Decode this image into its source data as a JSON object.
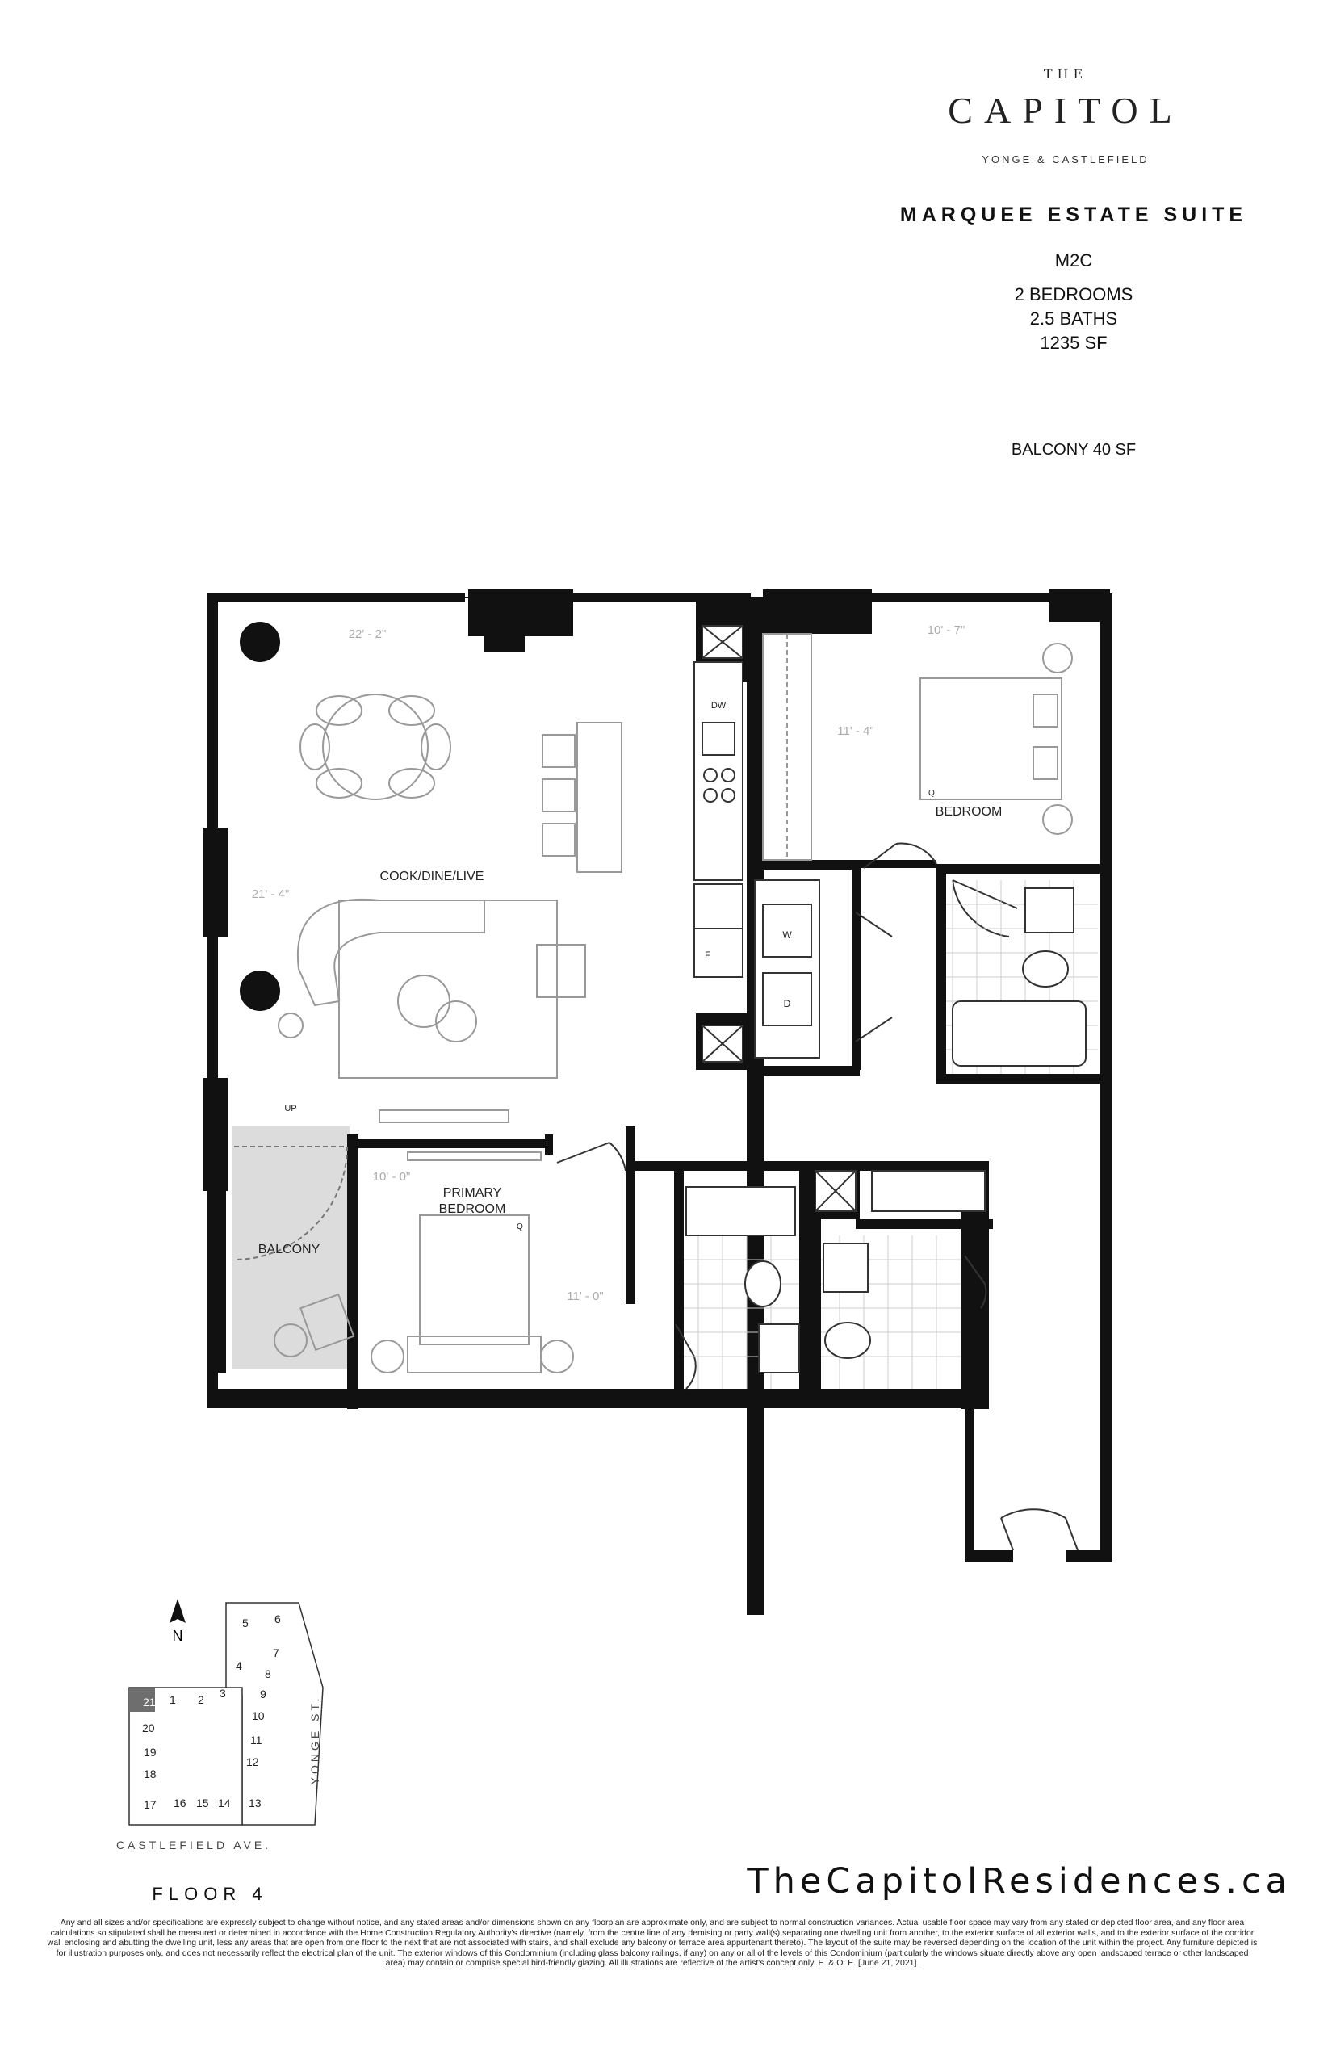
{
  "brand": {
    "the": "THE",
    "name": "CAPITOL",
    "subtitle": "YONGE & CASTLEFIELD"
  },
  "suite": {
    "title": "MARQUEE ESTATE SUITE",
    "code": "M2C",
    "bedrooms": "2 BEDROOMS",
    "baths": "2.5 BATHS",
    "area": "1235 SF",
    "balcony": "BALCONY  40  SF"
  },
  "rooms": {
    "living": "COOK/DINE/LIVE",
    "bedroom": "BEDROOM",
    "primary_line1": "PRIMARY",
    "primary_line2": "BEDROOM",
    "balcony": "BALCONY",
    "washer": "W",
    "dryer": "D",
    "dishwasher": "DW",
    "fridge": "F",
    "up": "UP",
    "queen": "Q"
  },
  "dimensions": {
    "living_width": "22' - 2\"",
    "living_depth": "21' - 4\"",
    "bedroom_width": "10' - 7\"",
    "bedroom_depth": "11' - 4\"",
    "primary_width": "10' - 0\"",
    "primary_depth": "11' - 0\""
  },
  "keyplan": {
    "north": "N",
    "units": [
      "1",
      "2",
      "3",
      "4",
      "5",
      "6",
      "7",
      "8",
      "9",
      "10",
      "11",
      "12",
      "13",
      "14",
      "15",
      "16",
      "17",
      "18",
      "19",
      "20",
      "21"
    ],
    "highlighted_unit": "21",
    "street_east": "YONGE ST.",
    "street_south": "CASTLEFIELD AVE.",
    "floor": "FLOOR 4"
  },
  "website": "TheCapitolResidences.ca",
  "disclaimer": "Any and all sizes and/or specifications are expressly subject to change without notice, and any stated areas and/or dimensions shown on any floorplan are approximate only, and are subject to normal construction variances. Actual usable floor space may vary from any stated or depicted floor area, and any floor area calculations so stipulated shall be measured or determined in accordance with the Home Construction Regulatory Authority's directive (namely, from the centre line of any demising or party wall(s) separating one dwelling unit from another, to the exterior surface of all exterior walls, and to the exterior surface of the corridor wall enclosing and abutting the dwelling unit, less any areas that are open from one floor to the next that are not associated with stairs, and shall exclude any balcony or terrace area appurtenant thereto). The layout of the suite may be reversed depending on the location of the unit within the project. Any furniture depicted is for illustration purposes only, and does not necessarily reflect the electrical plan of the unit. The exterior windows of this Condominium (including glass balcony railings, if any) on any or all of the levels of this Condominium (particularly the windows situate directly above any open landscaped terrace or other landscaped area) may contain or comprise special bird-friendly glazing. All illustrations are reflective of the artist's concept only. E. & O. E. [June 21, 2021].",
  "colors": {
    "wall": "#111111",
    "furniture": "#9a9a9a",
    "balcony_fill": "#dcdcdc",
    "keyplan_highlight": "#6e6e6e",
    "brand_accent": "#c9a227"
  }
}
